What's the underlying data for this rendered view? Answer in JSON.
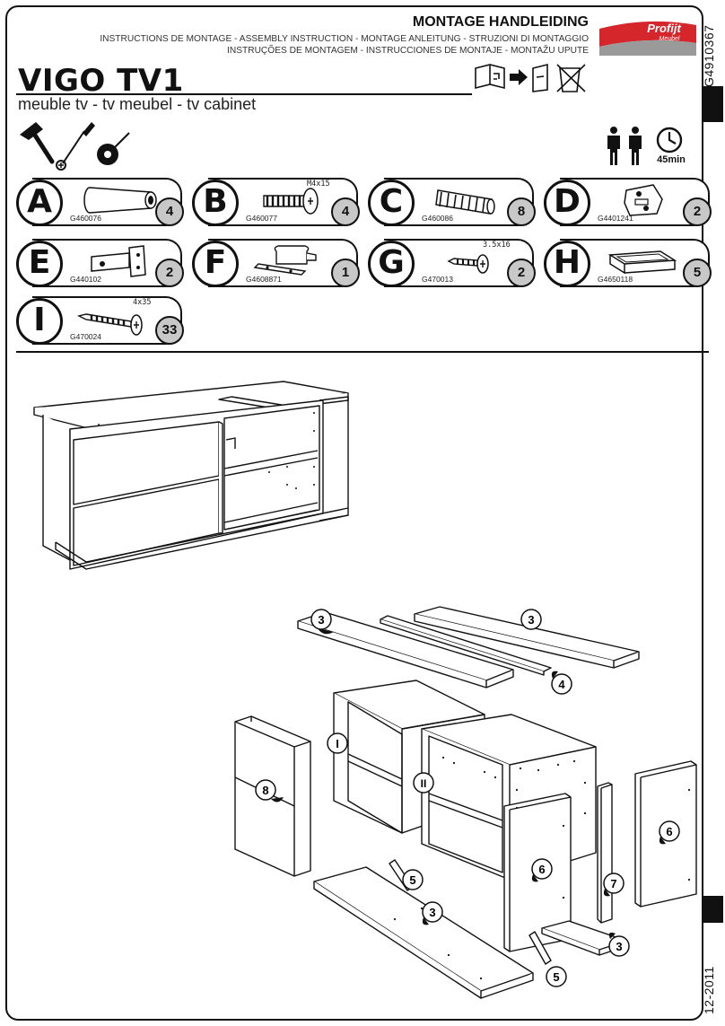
{
  "header": {
    "title": "MONTAGE HANDLEIDING",
    "languages_line1": "INSTRUCTIONS DE MONTAGE - ASSEMBLY INSTRUCTION - MONTAGE ANLEITUNG - STRUZIONI DI MONTAGGIO",
    "languages_line2": "INSTRUÇÕES DE MONTAGEM - INSTRUCCIONES DE MONTAJE - MONTAŽU UPUTE",
    "brand": "Profijt",
    "brand_sub": "Meubel"
  },
  "product": {
    "name": "VIGO TV1",
    "subtitle": "meuble tv - tv meubel - tv cabinet"
  },
  "side": {
    "code": "G4910367",
    "date": "12-2011"
  },
  "requirements": {
    "time": "45min"
  },
  "parts": [
    {
      "letter": "A",
      "code": "G460076",
      "qty": "4",
      "spec": ""
    },
    {
      "letter": "B",
      "code": "G460077",
      "qty": "4",
      "spec": "M4x15"
    },
    {
      "letter": "C",
      "code": "G460086",
      "qty": "8",
      "spec": ""
    },
    {
      "letter": "D",
      "code": "G4401241",
      "qty": "2",
      "spec": ""
    },
    {
      "letter": "E",
      "code": "G440102",
      "qty": "2",
      "spec": ""
    },
    {
      "letter": "F",
      "code": "G4608871",
      "qty": "1",
      "spec": ""
    },
    {
      "letter": "G",
      "code": "G470013",
      "qty": "2",
      "spec": "3.5x16"
    },
    {
      "letter": "H",
      "code": "G4650118",
      "qty": "5",
      "spec": ""
    },
    {
      "letter": "I",
      "code": "G470024",
      "qty": "33",
      "spec": "4x35"
    }
  ],
  "callouts": {
    "top_left_panel": "3",
    "top_right_panel": "3",
    "rail": "4",
    "module_one": "I",
    "module_two": "II",
    "drawer_front": "8",
    "left_leg": "5",
    "bottom_panel": "3",
    "inner_side": "6",
    "right_side": "6",
    "upright": "7",
    "base_strip": "3",
    "right_leg": "5"
  },
  "colors": {
    "ink": "#111111",
    "qty_fill": "#c8c8c8",
    "logo_red": "#d4262b",
    "logo_grey": "#9a9a9a"
  }
}
